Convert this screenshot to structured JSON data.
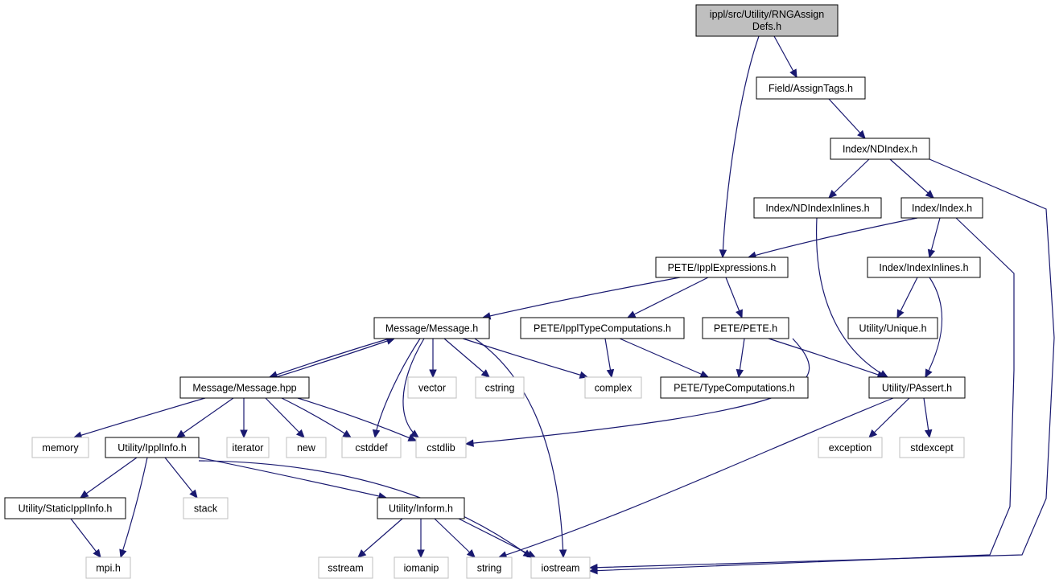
{
  "diagram": {
    "title_lines": [
      "ippl/src/Utility/RNGAssign",
      "Defs.h"
    ],
    "colors": {
      "edge": "#191970",
      "root_fill": "#bfbfbf",
      "node_border": "#000000",
      "external_border": "#bfbfbf",
      "background": "#ffffff"
    },
    "nodes": [
      {
        "id": "root",
        "label": "ippl/src/Utility/RNGAssign",
        "label2": "Defs.h",
        "kind": "root"
      },
      {
        "id": "assigntags",
        "label": "Field/AssignTags.h",
        "kind": "internal"
      },
      {
        "id": "ndindex",
        "label": "Index/NDIndex.h",
        "kind": "internal"
      },
      {
        "id": "ndindexinlines",
        "label": "Index/NDIndexInlines.h",
        "kind": "internal"
      },
      {
        "id": "index",
        "label": "Index/Index.h",
        "kind": "internal"
      },
      {
        "id": "ipplexpr",
        "label": "PETE/IpplExpressions.h",
        "kind": "internal"
      },
      {
        "id": "indexinlines",
        "label": "Index/IndexInlines.h",
        "kind": "internal"
      },
      {
        "id": "message",
        "label": "Message/Message.h",
        "kind": "internal"
      },
      {
        "id": "ippltypecomp",
        "label": "PETE/IpplTypeComputations.h",
        "kind": "internal"
      },
      {
        "id": "pete",
        "label": "PETE/PETE.h",
        "kind": "internal"
      },
      {
        "id": "unique",
        "label": "Utility/Unique.h",
        "kind": "internal"
      },
      {
        "id": "messagehpp",
        "label": "Message/Message.hpp",
        "kind": "internal"
      },
      {
        "id": "vector",
        "label": "vector",
        "kind": "external"
      },
      {
        "id": "cstring",
        "label": "cstring",
        "kind": "external"
      },
      {
        "id": "complex",
        "label": "complex",
        "kind": "external"
      },
      {
        "id": "typecomp",
        "label": "PETE/TypeComputations.h",
        "kind": "internal"
      },
      {
        "id": "passert",
        "label": "Utility/PAssert.h",
        "kind": "internal"
      },
      {
        "id": "memory",
        "label": "memory",
        "kind": "external"
      },
      {
        "id": "ipplinfo",
        "label": "Utility/IpplInfo.h",
        "kind": "internal"
      },
      {
        "id": "iterator",
        "label": "iterator",
        "kind": "external"
      },
      {
        "id": "new",
        "label": "new",
        "kind": "external"
      },
      {
        "id": "cstddef",
        "label": "cstddef",
        "kind": "external"
      },
      {
        "id": "cstdlib",
        "label": "cstdlib",
        "kind": "external"
      },
      {
        "id": "exception",
        "label": "exception",
        "kind": "external"
      },
      {
        "id": "stdexcept",
        "label": "stdexcept",
        "kind": "external"
      },
      {
        "id": "staticipplinfo",
        "label": "Utility/StaticIpplInfo.h",
        "kind": "internal"
      },
      {
        "id": "stack",
        "label": "stack",
        "kind": "external"
      },
      {
        "id": "inform",
        "label": "Utility/Inform.h",
        "kind": "internal"
      },
      {
        "id": "mpi",
        "label": "mpi.h",
        "kind": "external"
      },
      {
        "id": "sstream",
        "label": "sstream",
        "kind": "external"
      },
      {
        "id": "iomanip",
        "label": "iomanip",
        "kind": "external"
      },
      {
        "id": "string",
        "label": "string",
        "kind": "external"
      },
      {
        "id": "iostream",
        "label": "iostream",
        "kind": "external"
      }
    ],
    "edges": [
      {
        "from": "root",
        "to": "assigntags"
      },
      {
        "from": "root",
        "to": "ipplexpr"
      },
      {
        "from": "assigntags",
        "to": "ndindex"
      },
      {
        "from": "ndindex",
        "to": "ndindexinlines"
      },
      {
        "from": "ndindex",
        "to": "index"
      },
      {
        "from": "ndindex",
        "to": "iostream"
      },
      {
        "from": "ndindexinlines",
        "to": "passert"
      },
      {
        "from": "index",
        "to": "ipplexpr"
      },
      {
        "from": "index",
        "to": "indexinlines"
      },
      {
        "from": "index",
        "to": "iostream"
      },
      {
        "from": "indexinlines",
        "to": "unique"
      },
      {
        "from": "indexinlines",
        "to": "passert"
      },
      {
        "from": "ipplexpr",
        "to": "message"
      },
      {
        "from": "ipplexpr",
        "to": "ippltypecomp"
      },
      {
        "from": "ipplexpr",
        "to": "pete"
      },
      {
        "from": "message",
        "to": "messagehpp"
      },
      {
        "from": "messagehpp",
        "to": "message"
      },
      {
        "from": "message",
        "to": "vector"
      },
      {
        "from": "message",
        "to": "cstring"
      },
      {
        "from": "message",
        "to": "complex"
      },
      {
        "from": "message",
        "to": "cstddef"
      },
      {
        "from": "message",
        "to": "cstdlib"
      },
      {
        "from": "message",
        "to": "iostream"
      },
      {
        "from": "ippltypecomp",
        "to": "complex"
      },
      {
        "from": "ippltypecomp",
        "to": "typecomp"
      },
      {
        "from": "pete",
        "to": "typecomp"
      },
      {
        "from": "pete",
        "to": "passert"
      },
      {
        "from": "pete",
        "to": "cstdlib"
      },
      {
        "from": "messagehpp",
        "to": "memory"
      },
      {
        "from": "messagehpp",
        "to": "ipplinfo"
      },
      {
        "from": "messagehpp",
        "to": "iterator"
      },
      {
        "from": "messagehpp",
        "to": "new"
      },
      {
        "from": "messagehpp",
        "to": "cstddef"
      },
      {
        "from": "messagehpp",
        "to": "cstdlib"
      },
      {
        "from": "passert",
        "to": "exception"
      },
      {
        "from": "passert",
        "to": "stdexcept"
      },
      {
        "from": "passert",
        "to": "string"
      },
      {
        "from": "ipplinfo",
        "to": "staticipplinfo"
      },
      {
        "from": "ipplinfo",
        "to": "mpi"
      },
      {
        "from": "ipplinfo",
        "to": "stack"
      },
      {
        "from": "ipplinfo",
        "to": "inform"
      },
      {
        "from": "ipplinfo",
        "to": "iostream"
      },
      {
        "from": "staticipplinfo",
        "to": "mpi"
      },
      {
        "from": "inform",
        "to": "sstream"
      },
      {
        "from": "inform",
        "to": "iomanip"
      },
      {
        "from": "inform",
        "to": "string"
      },
      {
        "from": "inform",
        "to": "iostream"
      }
    ]
  }
}
